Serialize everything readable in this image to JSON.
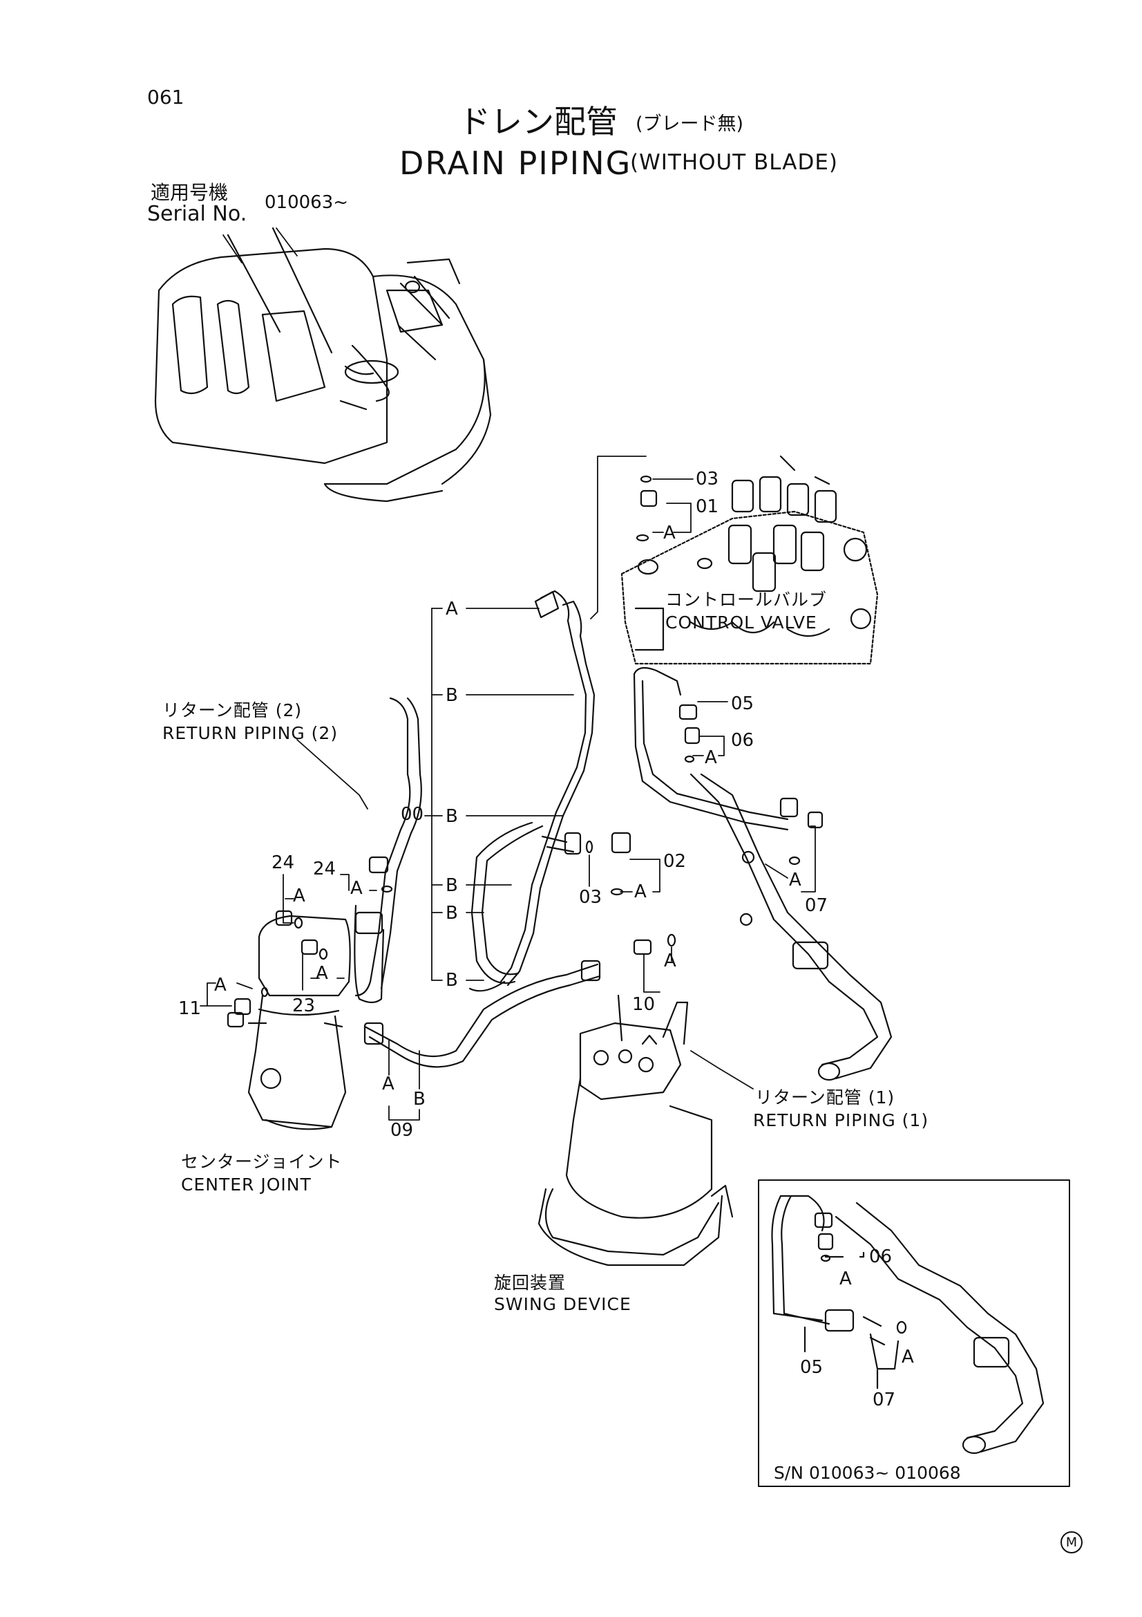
{
  "header": {
    "page_no": "061",
    "title_jp": "ドレン配管",
    "title_jp_sub": "(ブレード無)",
    "title_en": "DRAIN PIPING",
    "title_en_sub": "(WITHOUT BLADE)",
    "serial_jp": "適用号機",
    "serial_en": "Serial No.",
    "serial_value": "010063~"
  },
  "components": {
    "control_valve_jp": "コントロールバルブ",
    "control_valve_en": "CONTROL VALVE",
    "return2_jp": "リターン配管 (2)",
    "return2_en": "RETURN PIPING (2)",
    "return1_jp": "リターン配管 (1)",
    "return1_en": "RETURN PIPING (1)",
    "center_joint_jp": "センタージョイント",
    "center_joint_en": "CENTER JOINT",
    "swing_jp": "旋回装置",
    "swing_en": "SWING DEVICE"
  },
  "callouts": {
    "p00": "00",
    "p01": "01",
    "p02": "02",
    "p03": "03",
    "p05": "05",
    "p06": "06",
    "p07": "07",
    "p09": "09",
    "p10": "10",
    "p11": "11",
    "p23": "23",
    "p24": "24",
    "A": "A",
    "B": "B"
  },
  "inset": {
    "serial": "S/N 010063~ 010068"
  },
  "footer": {
    "mark": "M"
  }
}
